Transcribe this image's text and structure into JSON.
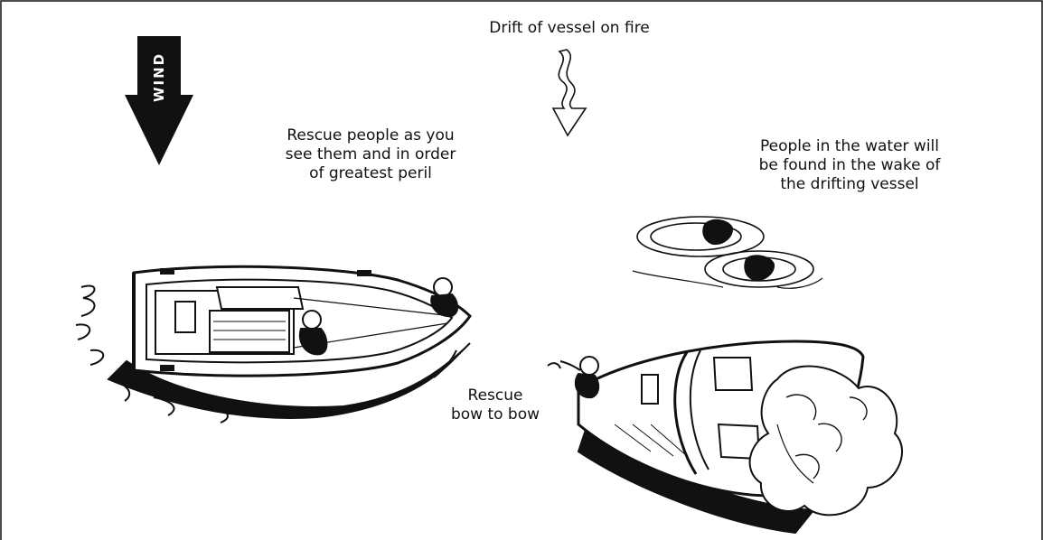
{
  "captions": {
    "drift": "Drift of vessel on fire",
    "rescue_order": "Rescue people as you\nsee them and in order\nof greatest peril",
    "wake": "People in the water will\nbe found in the wake of\nthe drifting vessel",
    "bow": "Rescue\nbow to bow"
  },
  "wind_label": "WIND",
  "colors": {
    "ink": "#111111",
    "paper": "#ffffff"
  },
  "icons": [
    "wind-arrow-icon",
    "drift-arrow-icon"
  ]
}
